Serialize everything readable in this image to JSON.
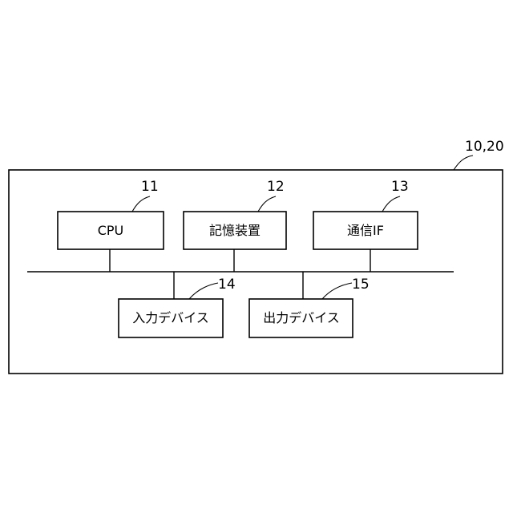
{
  "system": {
    "ref": "10,20"
  },
  "components": {
    "cpu": {
      "label": "CPU",
      "ref": "11"
    },
    "storage": {
      "label": "記憶装置",
      "ref": "12"
    },
    "comm": {
      "label": "通信IF",
      "ref": "13"
    },
    "input": {
      "label": "入力デバイス",
      "ref": "14"
    },
    "output": {
      "label": "出力デバイス",
      "ref": "15"
    }
  }
}
